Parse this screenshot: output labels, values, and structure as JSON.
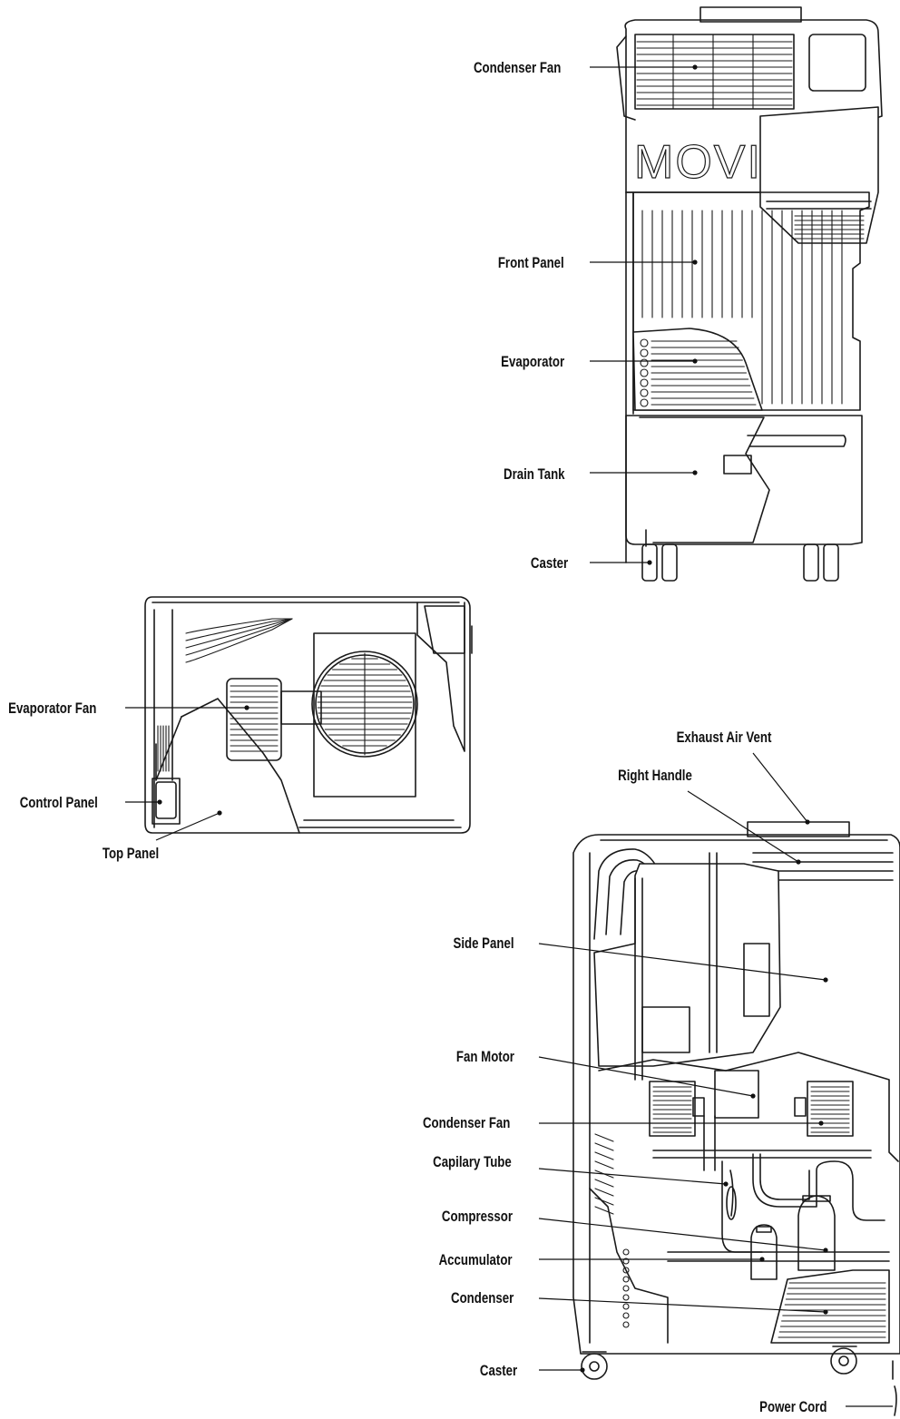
{
  "front_view": {
    "brand_text": "MOVIN",
    "labels": {
      "condenser_fan": "Condenser Fan",
      "front_panel": "Front Panel",
      "evaporator": "Evaporator",
      "drain_tank": "Drain Tank",
      "caster": "Caster"
    }
  },
  "top_view": {
    "labels": {
      "evaporator_fan": "Evaporator Fan",
      "control_panel": "Control Panel",
      "top_panel": "Top Panel"
    }
  },
  "side_view": {
    "labels": {
      "exhaust_air_vent": "Exhaust Air Vent",
      "right_handle": "Right Handle",
      "side_panel": "Side Panel",
      "fan_motor": "Fan Motor",
      "condenser_fan": "Condenser Fan",
      "capilary_tube": "Capilary Tube",
      "compressor": "Compressor",
      "accumulator": "Accumulator",
      "condenser": "Condenser",
      "caster": "Caster",
      "power_cord": "Power Cord"
    }
  }
}
